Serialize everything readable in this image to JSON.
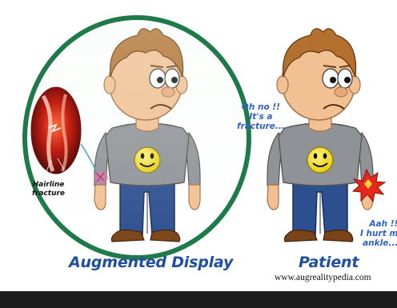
{
  "captions": {
    "left": "Augmented Display",
    "right": "Patient"
  },
  "watermark": "www.augrealitypedia.com",
  "callouts": {
    "hairline_line1": "Hairline",
    "hairline_line2": "fracture"
  },
  "speech": {
    "doctor": [
      "Oh no !!",
      "It's a",
      "fracture..."
    ],
    "patient": [
      "Aah !!",
      "I hurt m",
      "ankle..."
    ]
  },
  "colors": {
    "lens_ring": "#1f7a4a",
    "caption_blue": "#1f4fa0",
    "speech_blue": "#2d63c6",
    "shirt": "#8f9398",
    "jeans": "#2c4f8f",
    "hair": "#b3702f",
    "skin": "#f2c193",
    "smiley": "#f5de18"
  },
  "icons": [
    "magnifier-lens-icon",
    "smiley-face-icon",
    "pain-burst-icon",
    "xray-bone-icon"
  ]
}
